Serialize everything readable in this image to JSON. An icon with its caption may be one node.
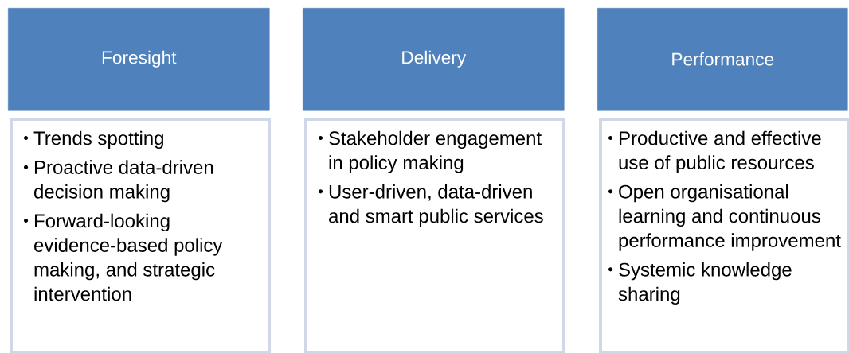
{
  "diagram": {
    "nodes": [
      {
        "text": [
          "Foresight"
        ]
      },
      {
        "text": [
          "Trends spotting",
          "Proactive data-driven decision making",
          "Forward-looking evidence-based policy making, and strategic intervention"
        ]
      },
      {
        "text": [
          "Delivery"
        ]
      },
      {
        "text": [
          "Stakeholder engagement in policy making",
          "User-driven, data-driven and smart public services"
        ]
      },
      {
        "text": [
          "Performance"
        ]
      },
      {
        "text": [
          "Productive and effective use of public resources",
          "Open organisational learning and continuous performance improvement",
          "Systemic knowledge sharing"
        ]
      }
    ]
  }
}
